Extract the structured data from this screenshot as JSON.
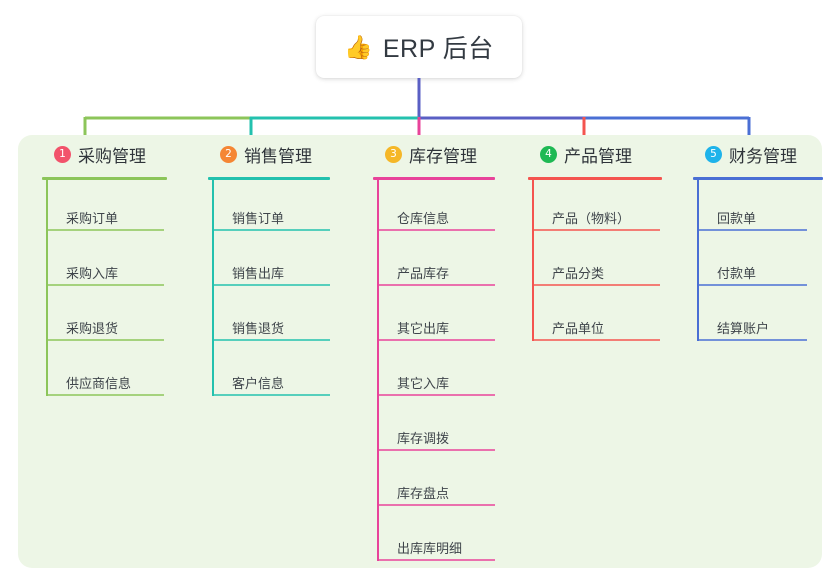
{
  "title": {
    "icon": "thumbs-up-icon",
    "emoji": "👍",
    "text": "ERP 后台"
  },
  "palette": {
    "panel_bg": "#edf6e6",
    "page_bg": "#ffffff",
    "trunk": "#5a5fc4",
    "text": "#2f343a"
  },
  "columns": [
    {
      "number": "1",
      "title": "采购管理",
      "badge_color": "#f2536b",
      "line_color": "#8cc55a",
      "items": [
        "采购订单",
        "采购入库",
        "采购退货",
        "供应商信息"
      ]
    },
    {
      "number": "2",
      "title": "销售管理",
      "badge_color": "#f58634",
      "line_color": "#23c1ae",
      "items": [
        "销售订单",
        "销售出库",
        "销售退货",
        "客户信息"
      ]
    },
    {
      "number": "3",
      "title": "库存管理",
      "badge_color": "#f5b728",
      "line_color": "#e8439a",
      "items": [
        "仓库信息",
        "产品库存",
        "其它出库",
        "其它入库",
        "库存调拨",
        "库存盘点",
        "出库库明细"
      ]
    },
    {
      "number": "4",
      "title": "产品管理",
      "badge_color": "#1fb954",
      "line_color": "#f4544f",
      "items": [
        "产品（物料）",
        "产品分类",
        "产品单位"
      ]
    },
    {
      "number": "5",
      "title": "财务管理",
      "badge_color": "#1eb3ea",
      "line_color": "#4a6fd4",
      "items": [
        "回款单",
        "付款单",
        "结算账户"
      ]
    }
  ]
}
